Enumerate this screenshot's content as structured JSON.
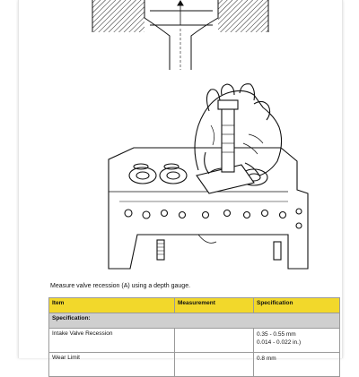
{
  "caption": "Measure valve recession (A) using a depth gauge.",
  "table": {
    "headers": [
      "Item",
      "Measurement",
      "Specification"
    ],
    "section_label": "Specification:",
    "rows": [
      {
        "item": "Intake Valve Recession",
        "measurement": "",
        "spec_metric": "0.35 - 0.55 mm",
        "spec_imperial": "0.014 - 0.022 in.)"
      },
      {
        "item": "Wear Limit",
        "measurement": "",
        "spec_metric": "0.8 mm",
        "spec_imperial": ""
      }
    ]
  },
  "colors": {
    "header_bg": "#f2d82b",
    "section_bg": "#cfcfcf",
    "line_art": "#111111"
  }
}
